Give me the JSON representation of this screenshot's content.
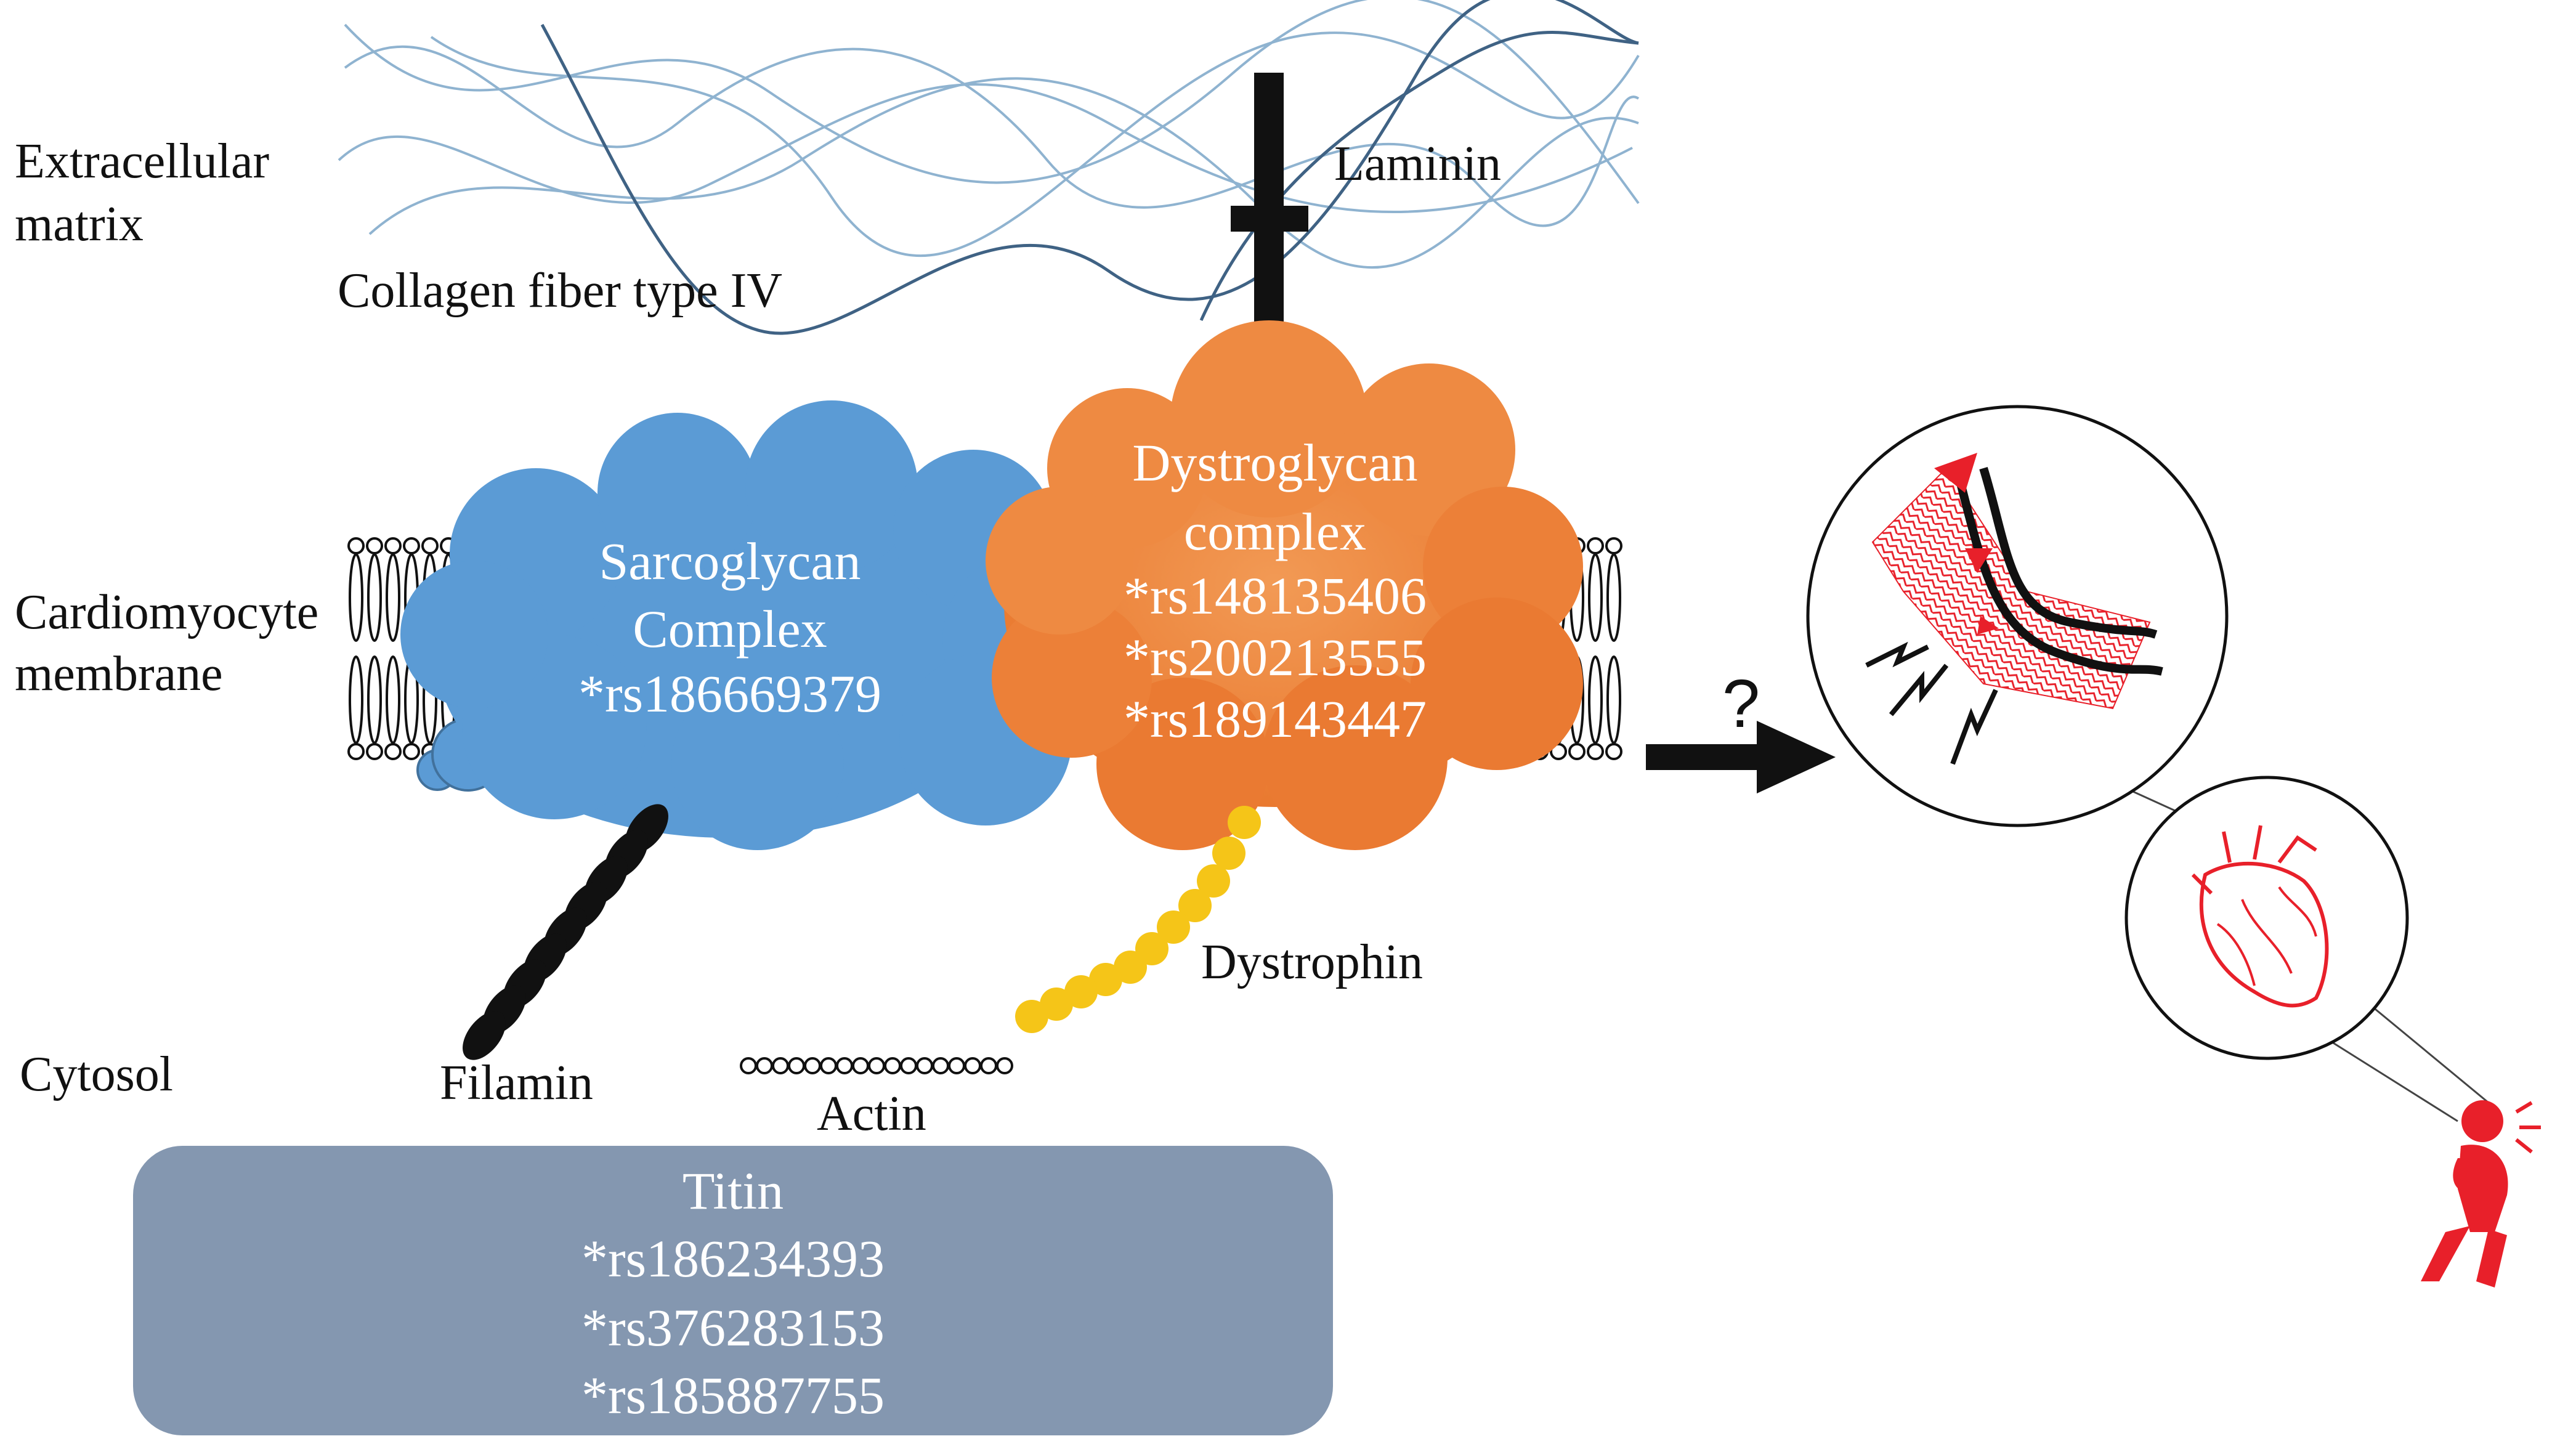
{
  "regions": {
    "extracellular_line1": "Extracellular",
    "extracellular_line2": "matrix",
    "membrane_line1": "Cardiomyocyte",
    "membrane_line2": "membrane",
    "cytosol": "Cytosol"
  },
  "labels": {
    "collagen": "Collagen fiber type IV",
    "laminin": "Laminin",
    "filamin": "Filamin",
    "actin": "Actin",
    "dystrophin": "Dystrophin",
    "question": "?"
  },
  "sarcoglycan": {
    "line1": "Sarcoglycan",
    "line2": "Complex",
    "snp": "*rs186669379"
  },
  "dystroglycan": {
    "line1": "Dystroglycan",
    "line2": "complex",
    "snps": [
      "*rs148135406",
      "*rs200213555",
      "*rs189143447"
    ]
  },
  "titin": {
    "title": "Titin",
    "snps": [
      "*rs186234393",
      "*rs376283153",
      "*rs185887755"
    ]
  },
  "colors": {
    "sarcoglycan": "#5b9bd5",
    "dystroglycan": "#ed7d31",
    "titin_box": "#8497b0",
    "dystrophin": "#f5c518",
    "collagen_light": "#8fb3d0",
    "collagen_dark": "#3f6284",
    "alert_red": "#e8202a"
  },
  "icons": [
    "heart-icon",
    "patient-chest-pain-icon",
    "artery-rupture-icon"
  ]
}
